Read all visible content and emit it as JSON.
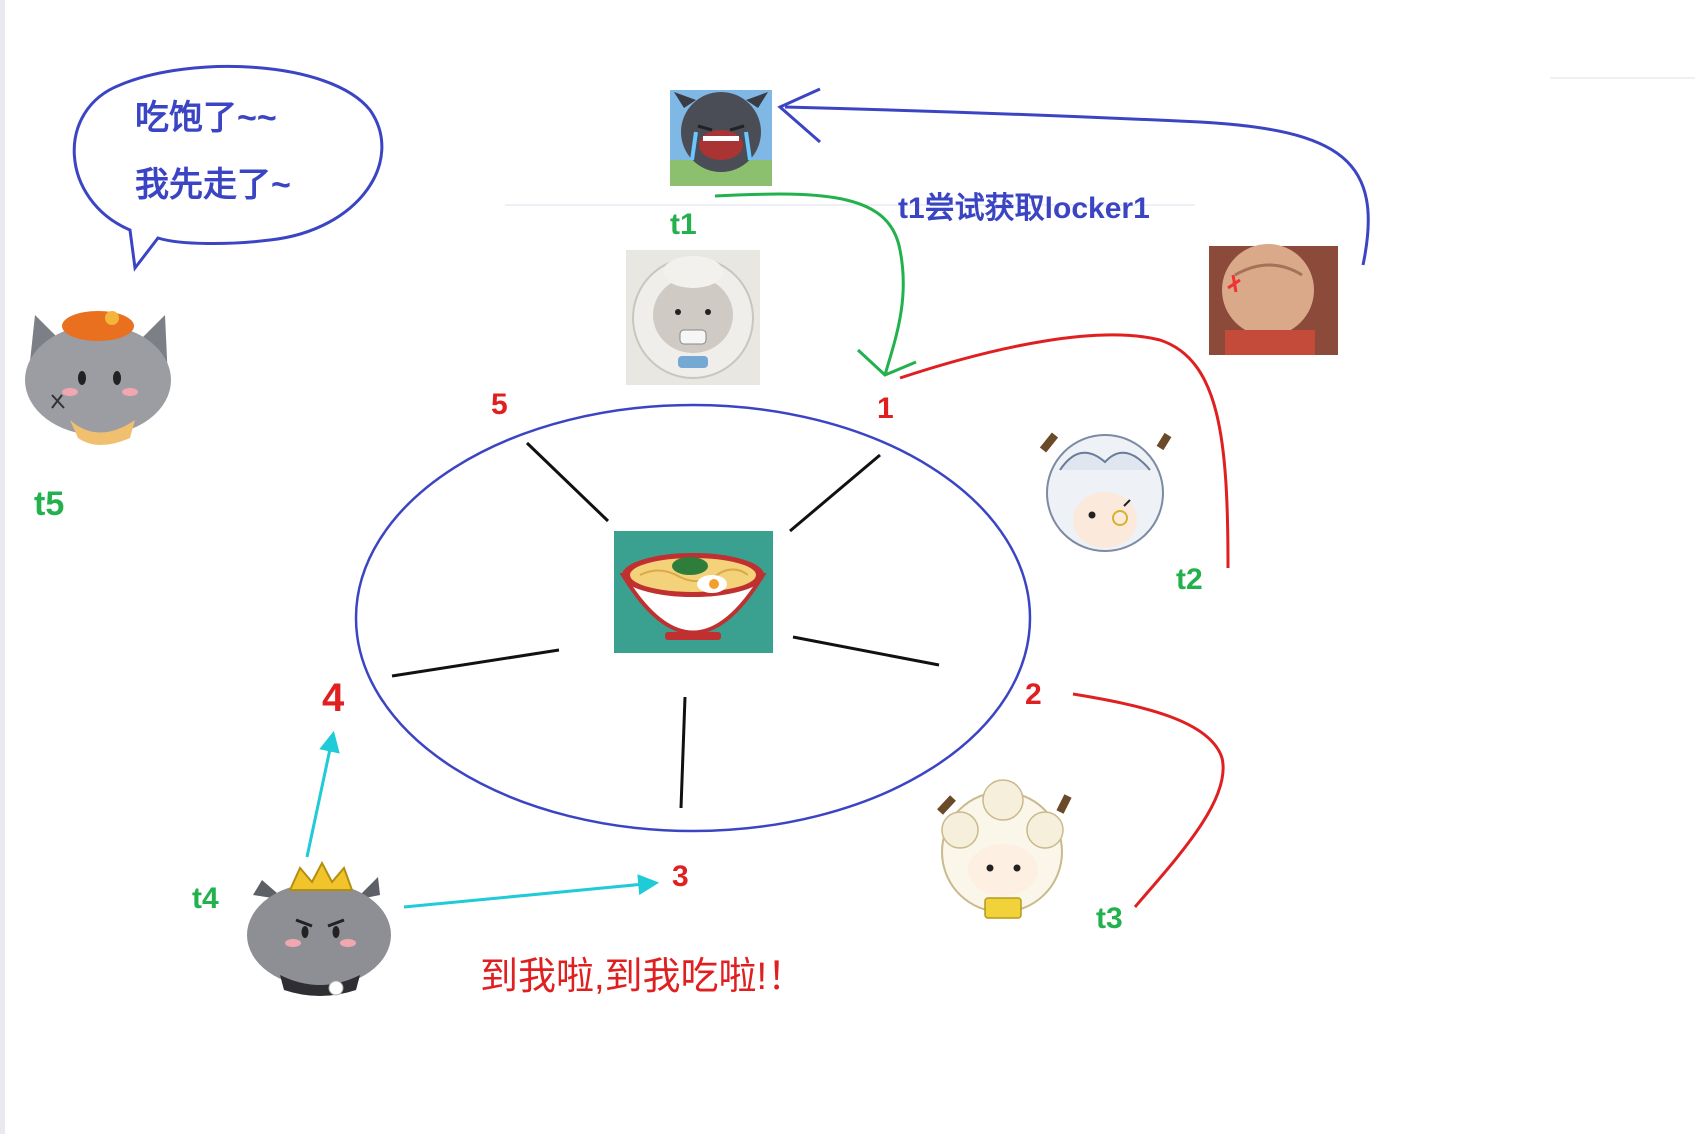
{
  "speech_bubble": {
    "line1": "吃饱了~~",
    "line2": "我先走了~"
  },
  "threads": {
    "t1": "t1",
    "t2": "t2",
    "t3": "t3",
    "t4": "t4",
    "t5": "t5"
  },
  "locks": {
    "l1": "1",
    "l2": "2",
    "l3": "3",
    "l4": "4",
    "l5": "5"
  },
  "annotation_t1": "t1尝试获取locker1",
  "annotation_t4": "到我啦,到我吃啦!！",
  "colors": {
    "thread_label": "#22b14c",
    "lock_label": "#e02020",
    "accent_blue": "#3b45c4",
    "arrow_cyan": "#1ecbd6"
  },
  "icons": [
    "crying-wolf-icon",
    "sheep-bubble-icon",
    "fist-icon",
    "wolf-cap-icon",
    "white-sheep-glasses-icon",
    "sheep-bell-icon",
    "wolf-crown-icon",
    "noodle-bowl-icon"
  ]
}
